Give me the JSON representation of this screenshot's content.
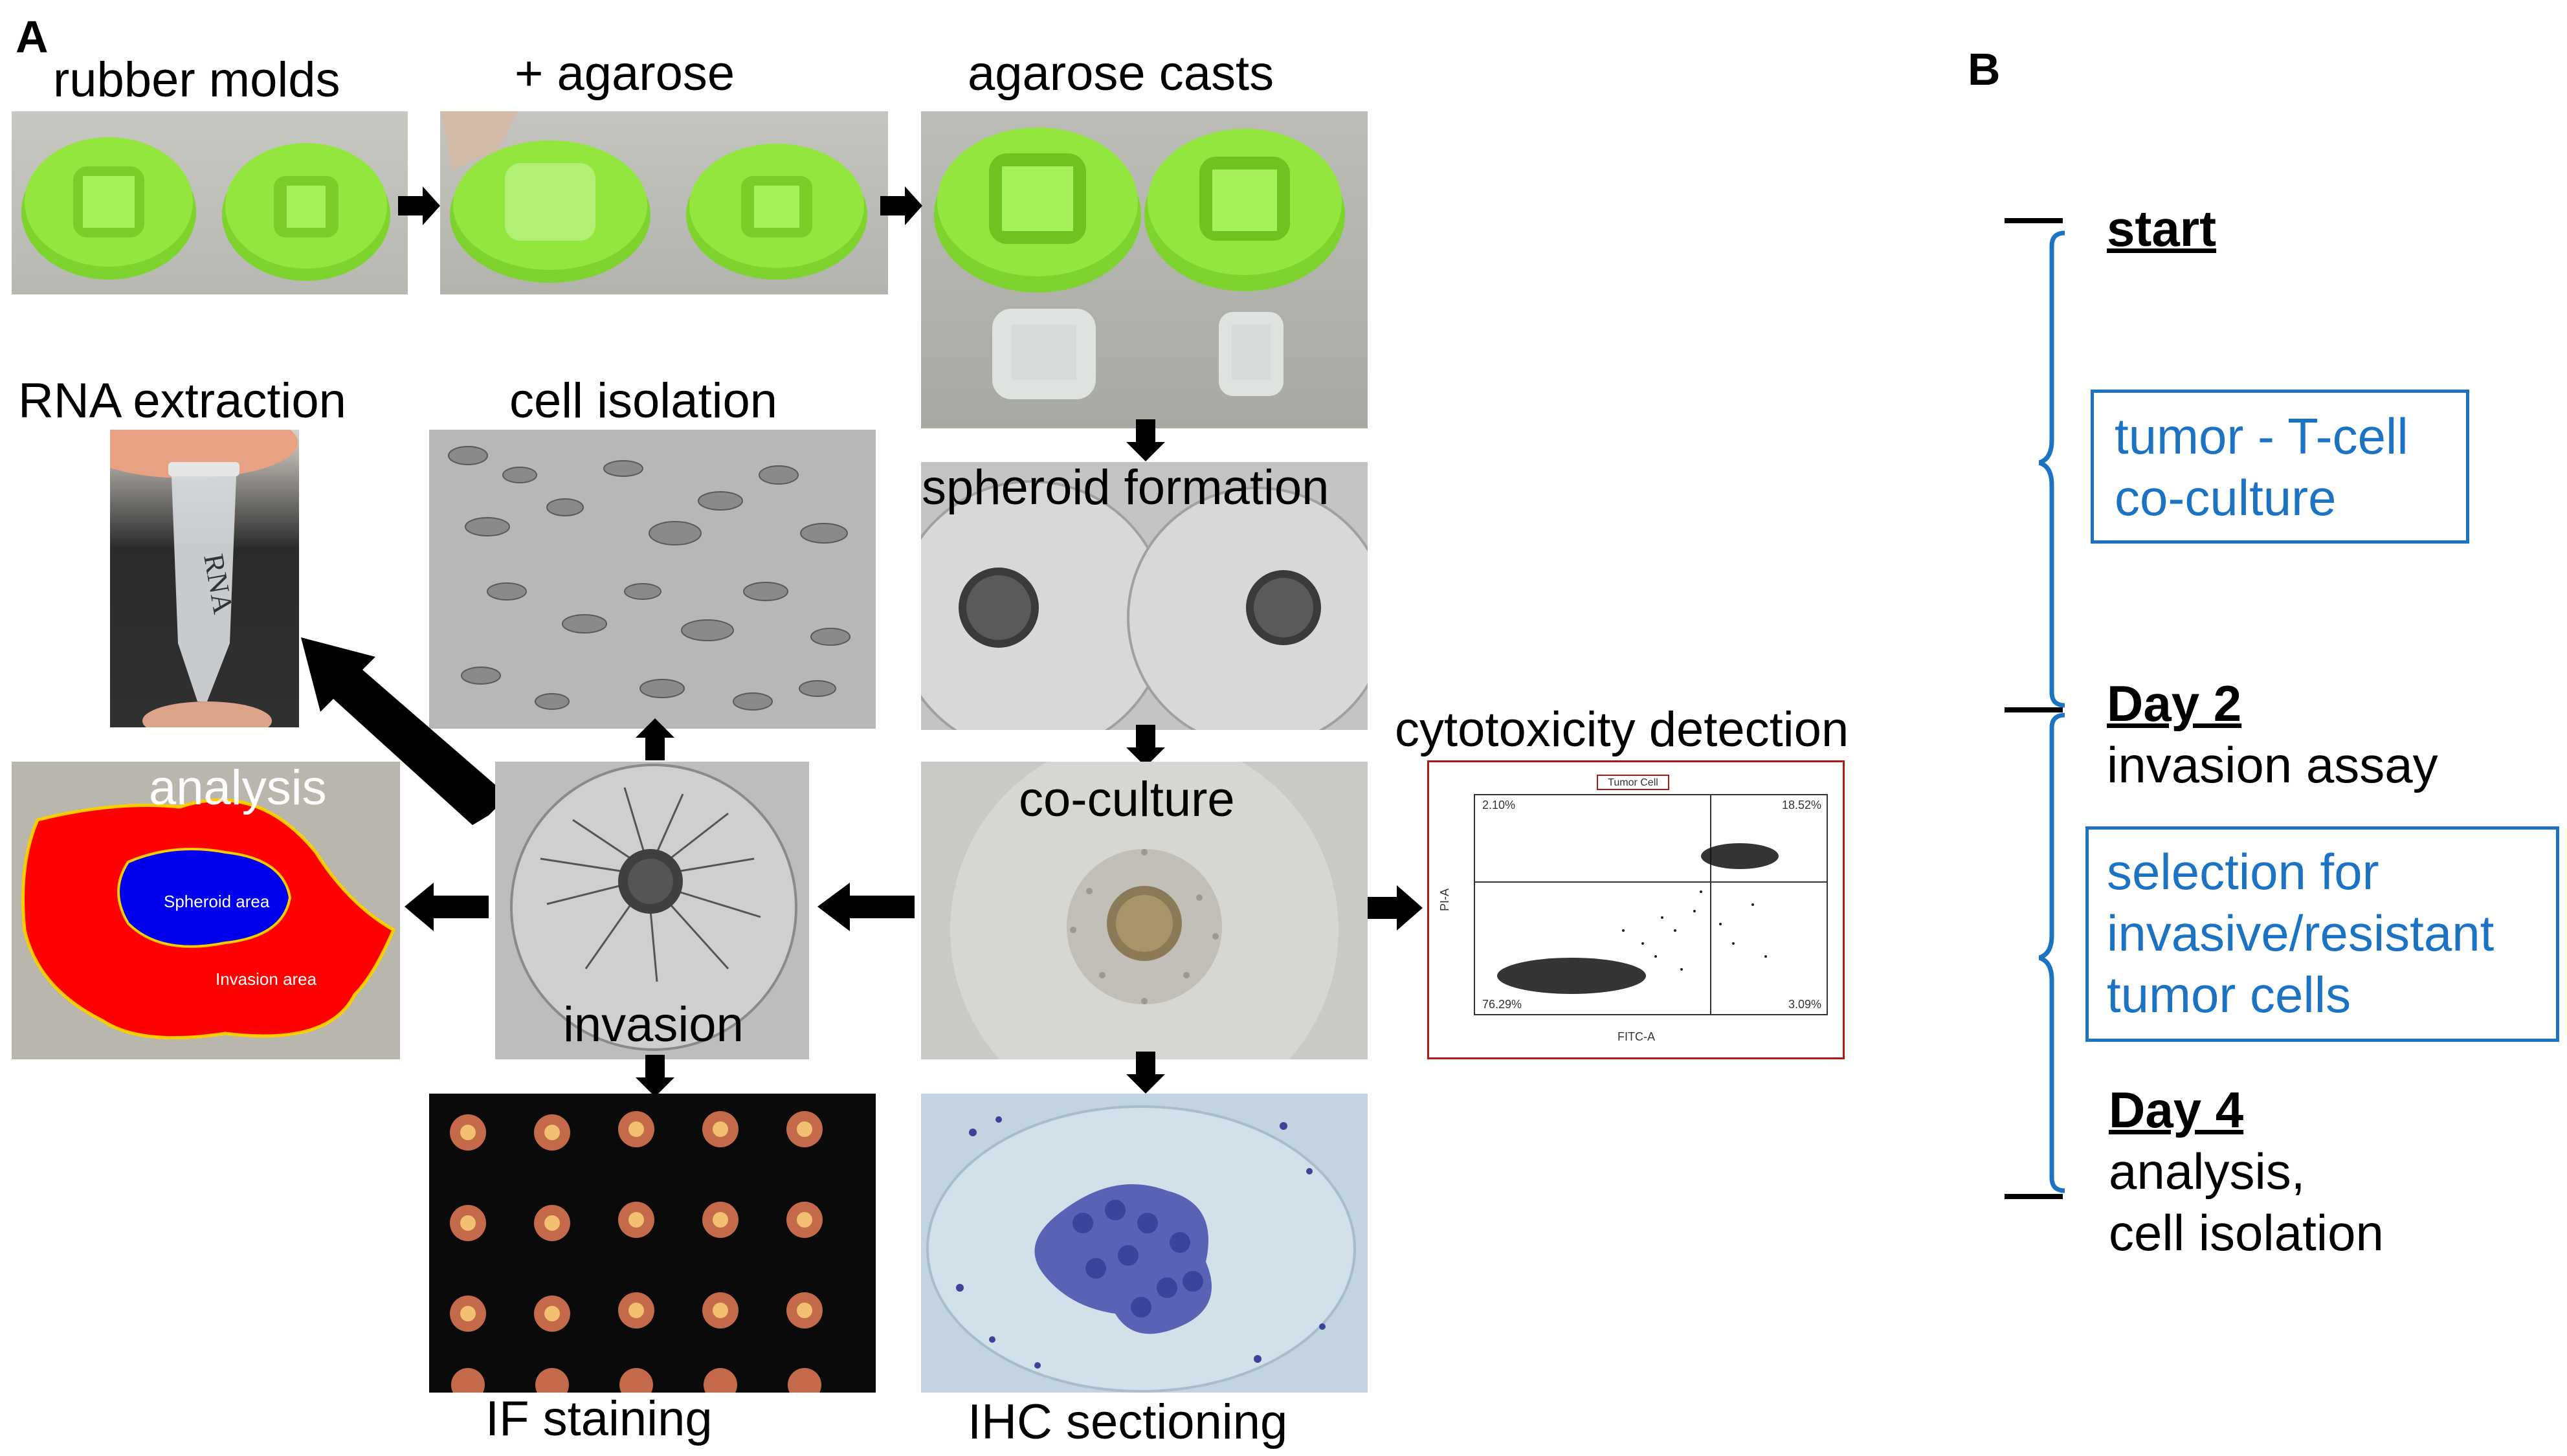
{
  "panel_a": {
    "letter": "A",
    "labels": {
      "rubber_molds": "rubber molds",
      "plus_agarose": "+ agarose",
      "agarose_casts": "agarose casts",
      "rna_extraction": "RNA extraction",
      "cell_isolation": "cell isolation",
      "spheroid_formation": "spheroid formation",
      "cytotoxicity_detection": "cytotoxicity detection",
      "analysis": "analysis",
      "co_culture": "co-culture",
      "invasion": "invasion",
      "if_staining": "IF staining",
      "ihc_sectioning": "IHC sectioning"
    },
    "tube_text": "RNA",
    "analysis_overlay": {
      "spheroid_area": "Spheroid area",
      "invasion_area": "Invasion area"
    },
    "flow": {
      "title": "Tumor Cell",
      "q_top_left": "2.10%",
      "q_top_right": "18.52%",
      "q_bottom_left": "76.29%",
      "q_bottom_right": "3.09%",
      "y_axis": "PI-A",
      "x_axis": "FITC-A"
    }
  },
  "panel_b": {
    "letter": "B",
    "start": "start",
    "box1": [
      "tumor - T-cell",
      "co-culture"
    ],
    "day2": "Day 2",
    "day2_text": "invasion assay",
    "box2": [
      "selection for",
      "invasive/resistant",
      "tumor cells"
    ],
    "day4": "Day 4",
    "day4_text": [
      "analysis,",
      "cell isolation"
    ]
  },
  "colors": {
    "mold_green": "#8ee43a",
    "timeline_blue": "#1c73c4",
    "analysis_red": "#ff0000",
    "spheroid_blue": "#0000ee",
    "flow_border": "#b01818"
  }
}
